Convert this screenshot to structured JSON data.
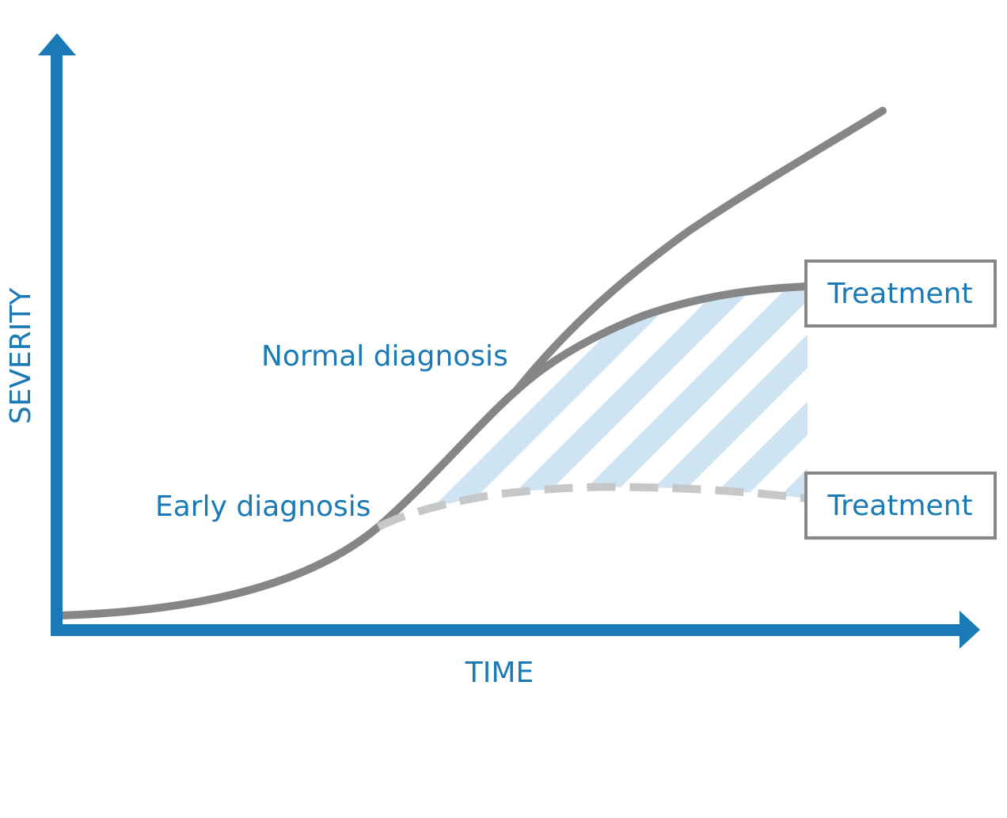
{
  "axes": {
    "x_label": "TIME",
    "y_label": "SEVERITY"
  },
  "annotations": {
    "normal_diagnosis": "Normal diagnosis",
    "early_diagnosis": "Early diagnosis"
  },
  "boxes": {
    "upper_treatment": "Treatment",
    "lower_treatment": "Treatment"
  },
  "colors": {
    "axis": "#1a7ab5",
    "text": "#1a7ab5",
    "curve": "#858688",
    "dashed_curve": "#c6c7c9",
    "hatch": "#cfe4f2",
    "box_border": "#858688"
  }
}
